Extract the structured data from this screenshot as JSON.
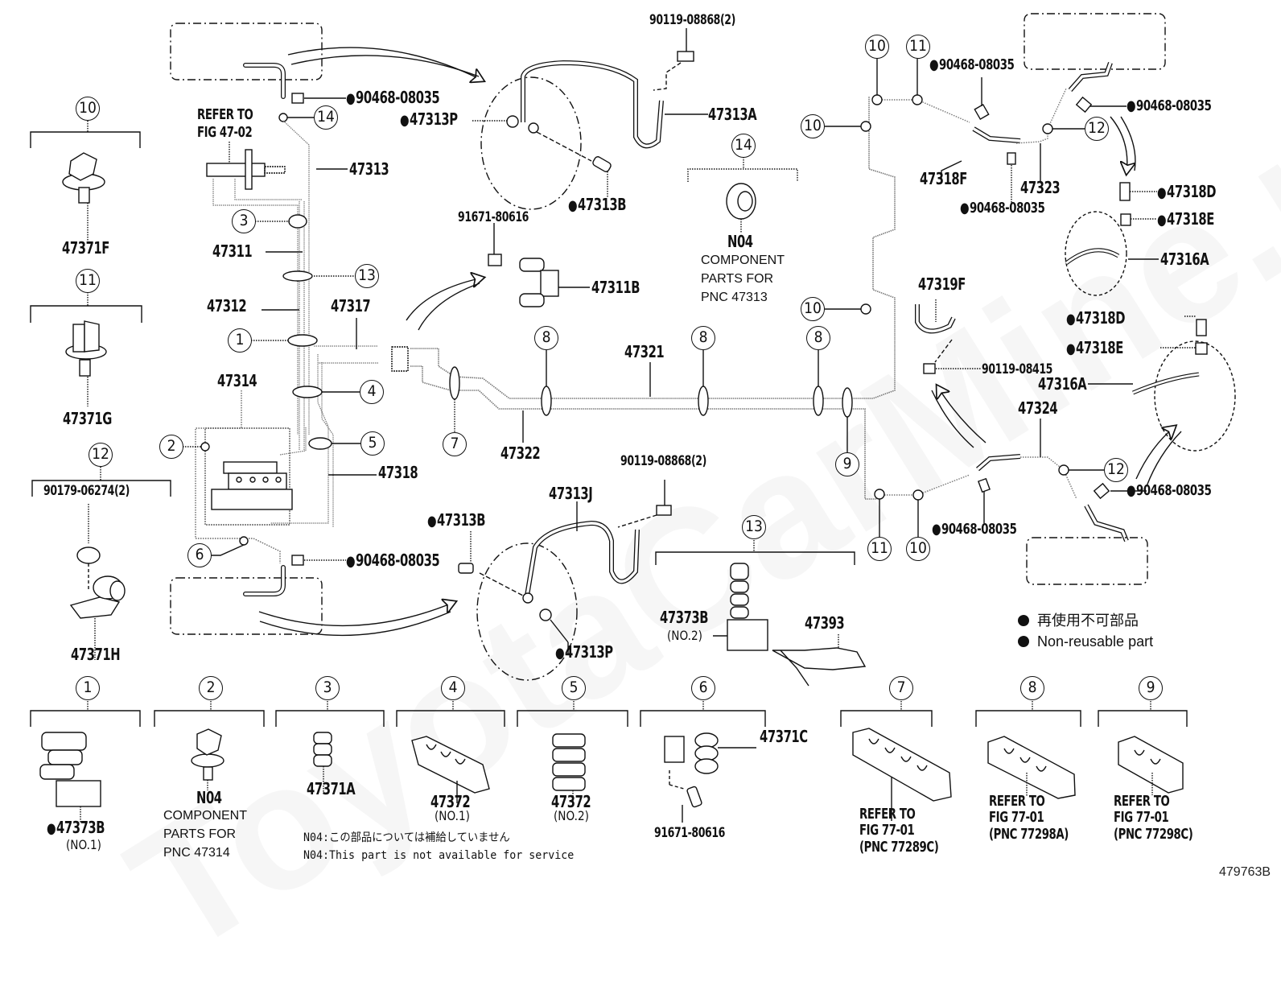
{
  "figure_id": "479763B",
  "watermark": "ToyotaCarMine.ru",
  "legend": {
    "jp": "再使用不可部品",
    "en": "Non-reusable part"
  },
  "notes": {
    "jp": "N04:この部品については補給していません",
    "en": "N04:This part is not available for service"
  },
  "main_labels": {
    "p90468_tl": "90468-08035",
    "refer_fig_47_02_a": "REFER TO",
    "refer_fig_47_02_b": "FIG 47-02",
    "p47313": "47313",
    "p47311": "47311",
    "p47312": "47312",
    "p47317": "47317",
    "p47314": "47314",
    "p47318": "47318",
    "p47322": "47322",
    "p47321": "47321",
    "p90468_bl": "90468-08035",
    "p47313P_top": "47313P",
    "p47313A": "47313A",
    "p90119_top": "90119-08868(2)",
    "p47313B_top": "47313B",
    "p91671_mid": "91671-80616",
    "p47311B": "47311B",
    "n04_top": "N04",
    "n04_top_desc_1": "COMPONENT",
    "n04_top_desc_2": "PARTS FOR",
    "n04_top_desc_3": "PNC 47313",
    "p47313B_bot": "47313B",
    "p47313J": "47313J",
    "p90119_bot": "90119-08868(2)",
    "p47313P_bot": "47313P",
    "p47373B_no2": "47373B",
    "p47373B_no2_sub": "(NO.2)",
    "p47393": "47393",
    "r90468_top1": "90468-08035",
    "r90468_top2": "90468-08035",
    "r90468_top3": "90468-08035",
    "p47318F": "47318F",
    "p47323": "47323",
    "p47318D_top": "47318D",
    "p47318E_top": "47318E",
    "p47316A_top": "47316A",
    "p47319F": "47319F",
    "p90119_08415": "90119-08415",
    "p47318D_bot": "47318D",
    "p47318E_bot": "47318E",
    "p47316A_bot": "47316A",
    "p47324": "47324",
    "r90468_bot1": "90468-08035",
    "r90468_bot2": "90468-08035"
  },
  "callouts": [
    "1",
    "2",
    "3",
    "4",
    "5",
    "6",
    "7",
    "8",
    "9",
    "10",
    "11",
    "12",
    "13",
    "14"
  ],
  "left_column": [
    {
      "callout": "10",
      "part": "47371F"
    },
    {
      "callout": "11",
      "part": "47371G"
    },
    {
      "callout": "12",
      "part_top": "90179-06274(2)",
      "part": "47371H"
    }
  ],
  "bottom_row": [
    {
      "callout": "1",
      "part": "47373B",
      "sub": "(NO.1)",
      "non_reusable": true
    },
    {
      "callout": "2",
      "part": "N04",
      "desc": "COMPONENT\nPARTS FOR\nPNC 47314"
    },
    {
      "callout": "3",
      "part": "47371A"
    },
    {
      "callout": "4",
      "part": "47372",
      "sub": "(NO.1)"
    },
    {
      "callout": "5",
      "part": "47372",
      "sub": "(NO.2)"
    },
    {
      "callout": "6",
      "part": "47371C",
      "part2": "91671-80616"
    },
    {
      "callout": "7",
      "ref": [
        "REFER TO",
        "FIG 77-01",
        "(PNC 77289C)"
      ]
    },
    {
      "callout": "8",
      "ref": [
        "REFER TO",
        "FIG 77-01",
        "(PNC 77298A)"
      ]
    },
    {
      "callout": "9",
      "ref": [
        "REFER TO",
        "FIG 77-01",
        "(PNC 77298C)"
      ]
    }
  ]
}
